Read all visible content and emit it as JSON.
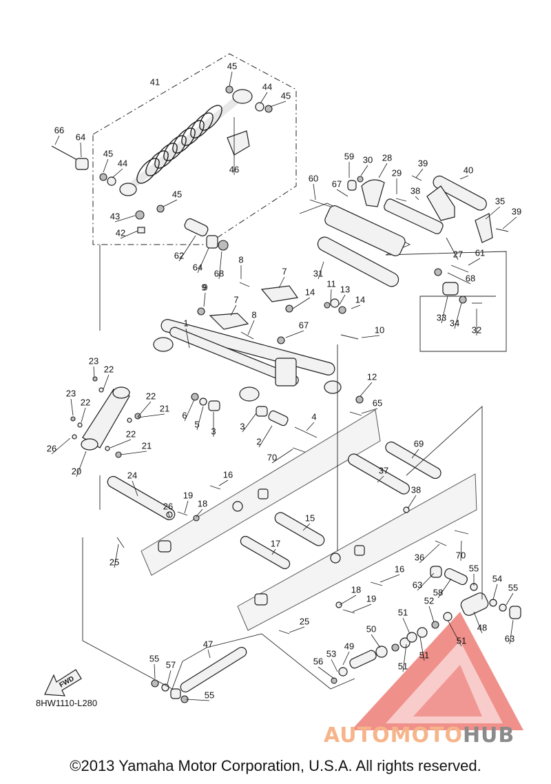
{
  "diagram_code": "8HW1110-L280",
  "copyright": "©2013 Yamaha Motor Corporation, U.S.A. All rights reserved.",
  "fwd_label": "FWD",
  "watermark": {
    "part1": "AUTOMOTO",
    "part2": "HUB"
  },
  "colors": {
    "watermark_red": "#e8524a",
    "watermark_orange": "#f6b48a",
    "watermark_gray": "#8a8a8a",
    "line": "#1a1a1a"
  },
  "labels": [
    "41",
    "45",
    "44",
    "45",
    "66",
    "64",
    "45",
    "44",
    "46",
    "45",
    "43",
    "42",
    "62",
    "64",
    "68",
    "59",
    "30",
    "28",
    "29",
    "39",
    "40",
    "67",
    "38",
    "60",
    "35",
    "39",
    "27",
    "61",
    "31",
    "68",
    "33",
    "34",
    "32",
    "8",
    "7",
    "9",
    "14",
    "11",
    "13",
    "14",
    "7",
    "8",
    "9",
    "67",
    "10",
    "1",
    "12",
    "65",
    "23",
    "22",
    "23",
    "22",
    "22",
    "21",
    "26",
    "22",
    "21",
    "20",
    "6",
    "5",
    "3",
    "3",
    "2",
    "4",
    "70",
    "69",
    "37",
    "38",
    "24",
    "26",
    "16",
    "19",
    "18",
    "15",
    "17",
    "25",
    "16",
    "36",
    "70",
    "55",
    "54",
    "55",
    "63",
    "58",
    "18",
    "19",
    "52",
    "51",
    "48",
    "63",
    "25",
    "50",
    "51",
    "51",
    "51",
    "47",
    "49",
    "53",
    "56",
    "55",
    "57",
    "55"
  ]
}
